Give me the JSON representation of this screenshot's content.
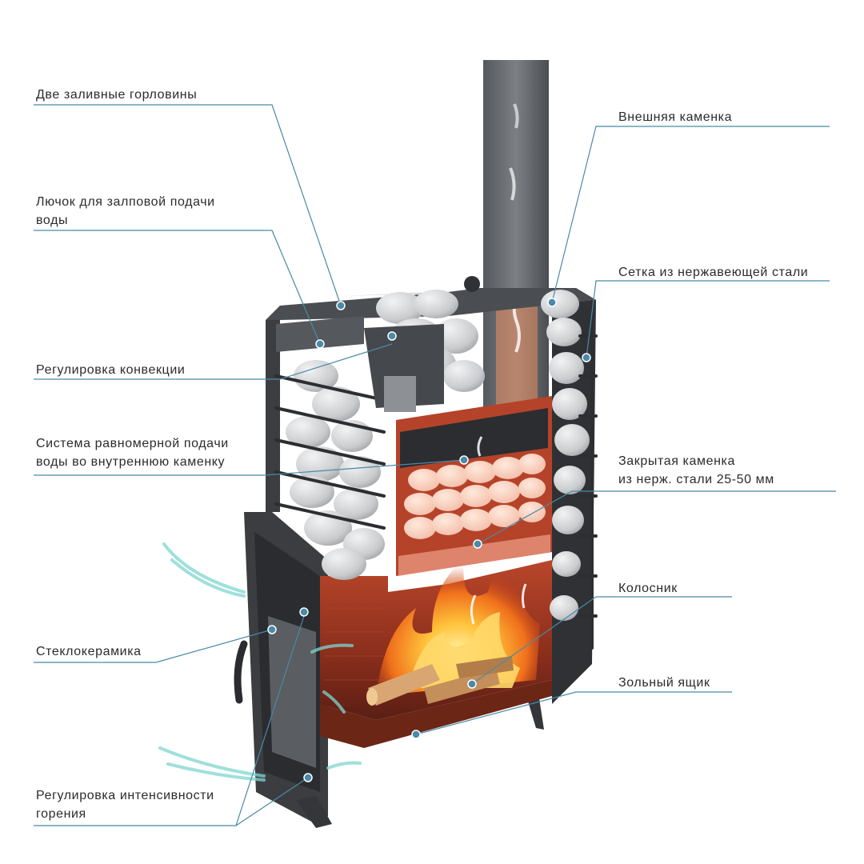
{
  "labels": {
    "filler_necks": "Две заливные горловины",
    "water_hatch_l1": "Лючок для залповой подачи",
    "water_hatch_l2": "воды",
    "convection": "Регулировка конвекции",
    "water_system_l1": "Система равномерной подачи",
    "water_system_l2": "воды во внутреннюю каменку",
    "glass_ceramic": "Стеклокерамика",
    "combustion_l1": "Регулировка интенсивности",
    "combustion_l2": "горения",
    "outer_heater": "Внешняя каменка",
    "steel_mesh": "Сетка из нержавеющей стали",
    "closed_heater_l1": "Закрытая каменка",
    "closed_heater_l2": "из нерж. стали 25-50 мм",
    "grate": "Колосник",
    "ash_box": "Зольный ящик"
  },
  "colors": {
    "leader_line": "#4a8aa8",
    "marker_dot": "#4a8aa8",
    "stove_body": "#3b3d40",
    "stones": "#cfd1d3",
    "fire": "#f08a24",
    "airflow": "#7fd6d0"
  }
}
